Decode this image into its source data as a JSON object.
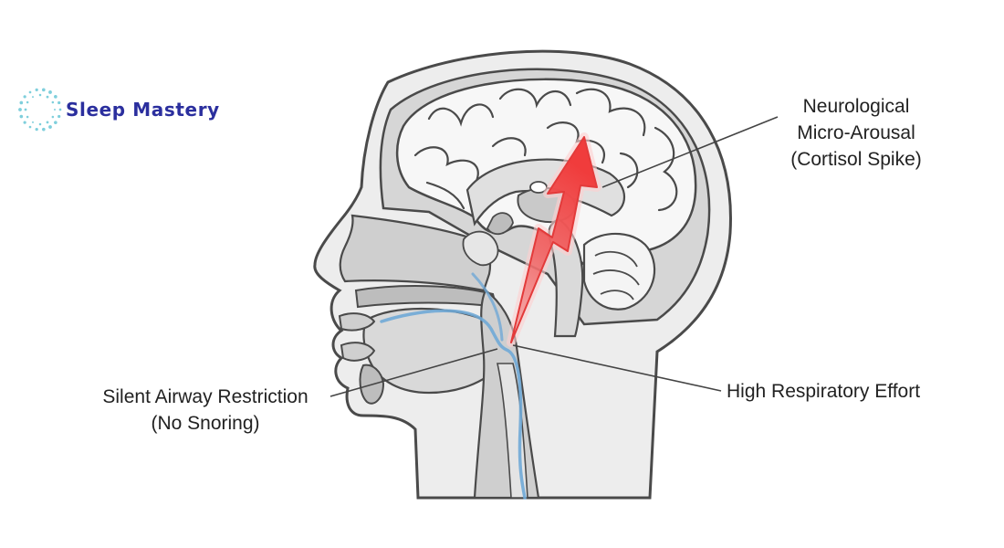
{
  "brand": {
    "name": "Sleep Mastery",
    "text_color": "#2b2f9e",
    "dot_color": "#7fcfdc"
  },
  "labels": {
    "neuro": {
      "line1": "Neurological",
      "line2": "Micro-Arousal",
      "line3": "(Cortisol Spike)"
    },
    "silent": {
      "line1": "Silent Airway Restriction",
      "line2": "(No Snoring)"
    },
    "effort": {
      "line1": "High Respiratory Effort"
    }
  },
  "colors": {
    "outline": "#4a4a4a",
    "head_fill": "#ededed",
    "tissue_fill": "#cfcfcf",
    "brain_fill": "#f7f7f7",
    "airway_blue": "#6fa8d6",
    "arrow_red": "#f05a5a",
    "arrow_glow": "#ffd0d0"
  }
}
